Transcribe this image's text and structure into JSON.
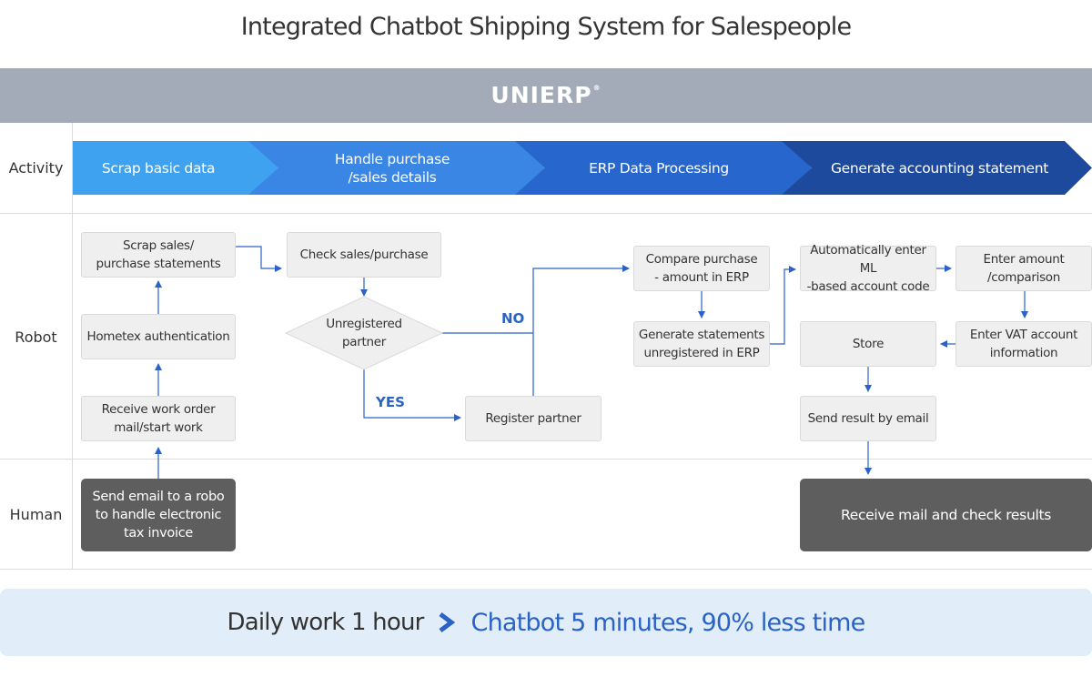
{
  "title": "Integrated Chatbot Shipping System for Salespeople",
  "brand": {
    "name": "UNIERP",
    "mark": "®"
  },
  "lanes": {
    "activity": "Activity",
    "robot": "Robot",
    "human": "Human"
  },
  "activities": [
    {
      "label": "Scrap basic data",
      "color": "#3fa2f1"
    },
    {
      "label": "Handle purchase\n/sales details",
      "color": "#3a86e4"
    },
    {
      "label": "ERP Data Processing",
      "color": "#2766cc"
    },
    {
      "label": "Generate accounting statement",
      "color": "#1d4a9c"
    }
  ],
  "robot": {
    "scrap_statements": "Scrap sales/\npurchase statements",
    "hometex_auth": "Hometex authentication",
    "receive_order": "Receive work order\nmail/start work",
    "check_sales": "Check sales/purchase",
    "unregistered_partner": "Unregistered\npartner",
    "no": "NO",
    "yes": "YES",
    "register_partner": "Register partner",
    "compare_purchase": "Compare purchase\n- amount in ERP",
    "generate_statements": "Generate statements\nunregistered in ERP",
    "auto_enter_code": "Automatically enter ML\n-based account code",
    "enter_amount": "Enter amount\n/comparison",
    "enter_vat": "Enter VAT account\ninformation",
    "store": "Store",
    "send_email": "Send result by email"
  },
  "human": {
    "send_email_robo": "Send email to a robo\nto handle electronic\ntax invoice",
    "receive_mail": "Receive mail and check results"
  },
  "footer": {
    "before": "Daily work 1 hour",
    "after": "Chatbot 5 minutes, 90% less time"
  },
  "colors": {
    "arrow": "#2a62c6",
    "accent": "#2a62c6",
    "dark_box": "#5e5e5e",
    "brand_bar": "#a3abb9"
  }
}
